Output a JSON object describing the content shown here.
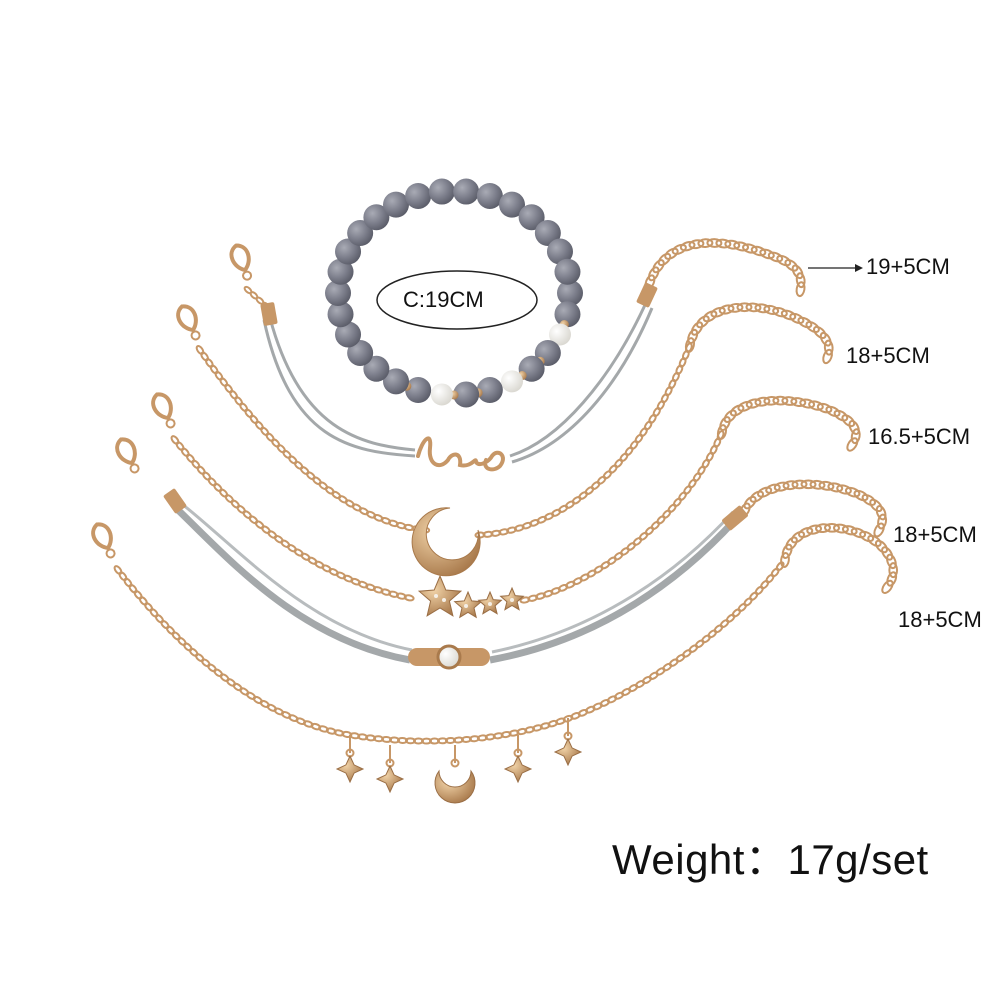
{
  "image": {
    "subject": "set of six bracelets",
    "circumference_label": "C:19CM",
    "size_labels": [
      "19+5CM",
      "18+5CM",
      "16.5+5CM",
      "18+5CM",
      "18+5CM"
    ],
    "weight_label": "Weight：17g/set",
    "colors": {
      "gold": "#c79767",
      "gold_dark": "#8e6440",
      "cord": "#9ea3a5",
      "bead": "#7d7f8c",
      "pearl": "#f1f0ec"
    }
  }
}
